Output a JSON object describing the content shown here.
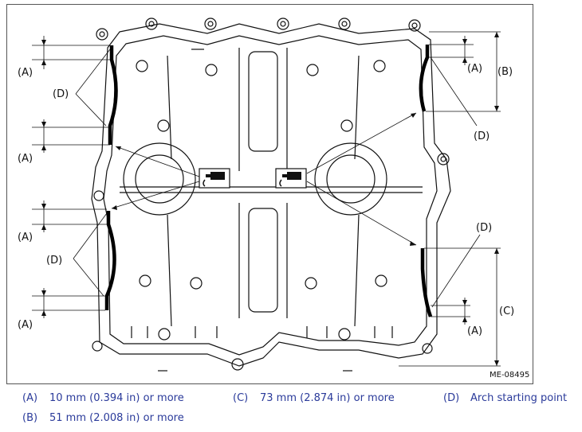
{
  "figure_id": "ME-08495",
  "callouts": {
    "a": "(A)",
    "b": "(B)",
    "c": "(C)",
    "d": "(D)"
  },
  "legend": [
    {
      "key": "(A)",
      "text": "10 mm (0.394 in) or more"
    },
    {
      "key": "(C)",
      "text": "73 mm (2.874 in) or more"
    },
    {
      "key": "(D)",
      "text": "Arch starting point"
    },
    {
      "key": "(B)",
      "text": "51 mm (2.008 in) or more"
    }
  ],
  "colors": {
    "legend_text": "#2a3a9a",
    "line": "#111111",
    "sealant_bead": "#000000"
  },
  "icons": [
    "sealant-tube-icon",
    "sealant-tube-icon"
  ]
}
